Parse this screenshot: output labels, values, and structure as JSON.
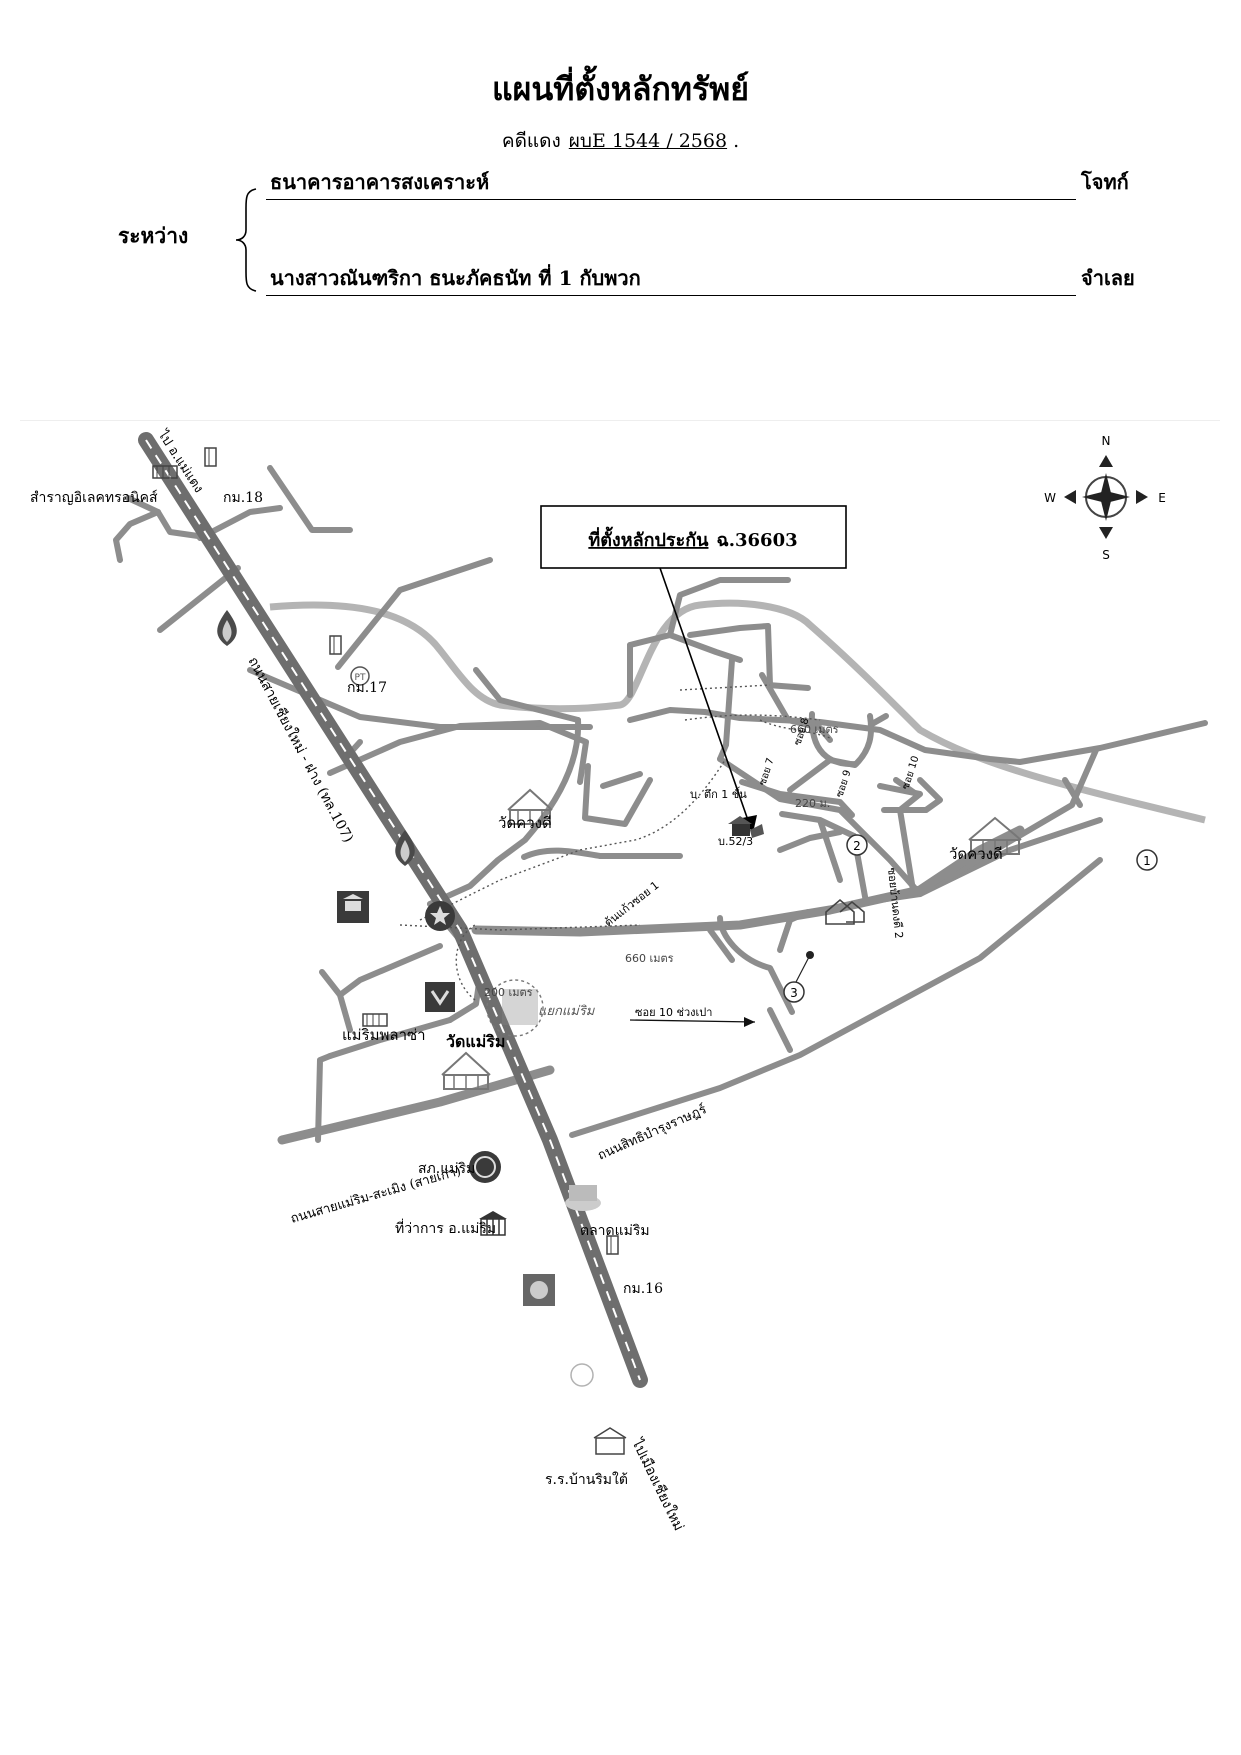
{
  "header": {
    "title": "แผนที่ตั้งหลักทรัพย์",
    "case_prefix": "คดีแดง",
    "case_number": "ผบE 1544 / 2568",
    "case_suffix": ".",
    "between_label": "ระหว่าง",
    "plaintiff_name": "ธนาคารอาคารสงเคราะห์",
    "plaintiff_role": "โจทก์",
    "defendant_name": "นางสาวณันฑริกา  ธนะภัคธนัท   ที่ 1 กับพวก",
    "defendant_role": "จำเลย"
  },
  "map": {
    "callout": {
      "prefix": "ที่ตั้งหลักประกัน",
      "deed": "ฉ.36603"
    },
    "compass": {
      "n": "N",
      "s": "S",
      "e": "E",
      "w": "W"
    },
    "labels": {
      "samran": "สำราญอิเลคทรอนิคส์",
      "km18": "กม.18",
      "km17": "กม.17",
      "km16": "กม.16",
      "to_mae_taeng": "ไป อ.แม่แตง",
      "main_road": "ถนนสายเชียงใหม่ - ฝาง (ทล.107)",
      "to_chiang_mai": "ไปเมืองเชียงใหม่",
      "wat_khuang_di_1": "วัดควงดี",
      "wat_khuang_di_2": "วัดควงดี",
      "wat_mae_rim": "วัดแม่ริม",
      "mae_rim_plaza": "แม่ริมพลาซ่า",
      "old_road": "ถนนสายแม่ริม-สะเมิง (สายเก่า)",
      "police": "สภ.แม่ริม",
      "district_office": "ที่ว่าการ อ.แม่ริม",
      "market": "ตลาดแม่ริม",
      "school": "ร.ร.บ้านริมใต้",
      "sitthi_road": "ถนนสิทธิบำรุงราษฎร์",
      "junction": "แยกแม่ริม",
      "m200": "200 เมตร",
      "m660a": "660 เมตร",
      "m660b": "660 เมตร",
      "m220": "220 ม.",
      "soi1": "ต้นแก้วซอย 1",
      "soi10": "ซอย 10 ช่วงเปา",
      "soi7": "ซอย 7",
      "soi8": "ซอย 8",
      "soi9": "ซอย 9",
      "soi10b": "ซอย 10",
      "soi_ban_dong_di_2": "ซอยบ้านดงดี 2",
      "building": "บ. ตึก 1 ชั้น",
      "house_no": "บ.52/3",
      "circle1": "1",
      "circle2": "2",
      "circle3": "3"
    }
  }
}
